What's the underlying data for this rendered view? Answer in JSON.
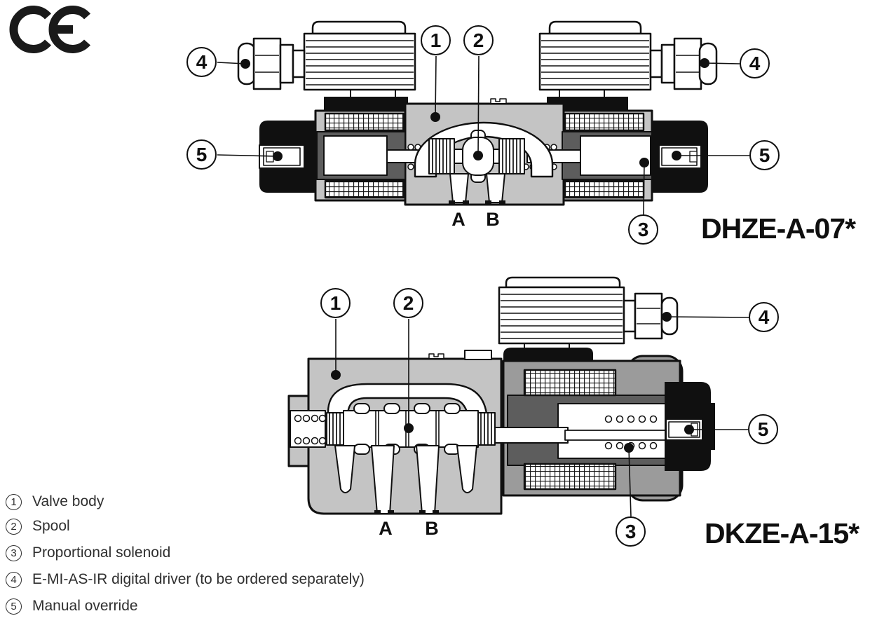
{
  "ce_mark": {
    "label": "CE"
  },
  "diagrams": {
    "top": {
      "model": "DHZE-A-07*",
      "port_a": "A",
      "port_b": "B",
      "callouts": {
        "left_driver": "4",
        "body": "1",
        "spool": "2",
        "left_override": "5",
        "right_driver": "4",
        "right_override": "5",
        "solenoid": "3"
      }
    },
    "bottom": {
      "model": "DKZE-A-15*",
      "port_a": "A",
      "port_b": "B",
      "callouts": {
        "body": "1",
        "spool": "2",
        "driver": "4",
        "override": "5",
        "solenoid": "3"
      }
    }
  },
  "legend": {
    "items": [
      {
        "num": "1",
        "label": "Valve body"
      },
      {
        "num": "2",
        "label": "Spool"
      },
      {
        "num": "3",
        "label": "Proportional solenoid"
      },
      {
        "num": "4",
        "label": "E-MI-AS-IR digital driver (to be ordered separately)"
      },
      {
        "num": "5",
        "label": "Manual override"
      }
    ]
  },
  "colors": {
    "light_gray": "#c4c4c4",
    "mid_gray": "#9b9b9b",
    "dark_gray": "#5d5d5d",
    "line": "#101010"
  }
}
